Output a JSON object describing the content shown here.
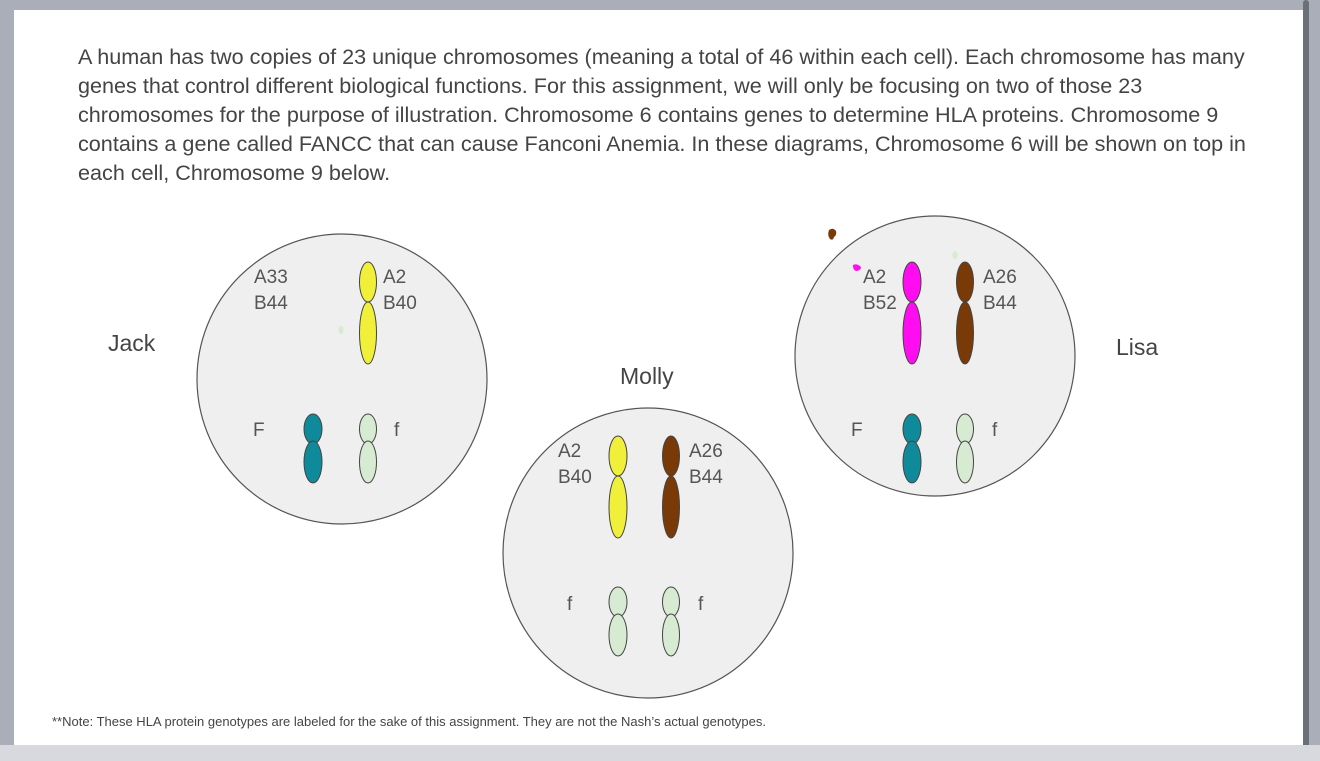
{
  "intro_text": "A human has two copies of 23 unique chromosomes (meaning a total of 46 within each cell). Each chromosome has many genes that control different biological functions. For this assignment, we will only be focusing on two of those 23 chromosomes for the purpose of illustration. Chromosome 6 contains genes to determine HLA proteins. Chromosome 9 contains a gene called FANCC that can cause Fanconi Anemia. In these diagrams, Chromosome 6 will be shown on top in each cell, Chromosome 9 below.",
  "footnote": "**Note: These HLA protein genotypes are labeled for the sake of this assignment. They are not the Nash’s actual genotypes.",
  "colors": {
    "yellow": "#f0f03a",
    "teal": "#0f8a9a",
    "pale_green": "#d6ebd2",
    "magenta": "#ff0cf0",
    "brown": "#7a3a08"
  },
  "people": {
    "jack": {
      "name": "Jack",
      "chr6_left": {
        "a": "A33",
        "b": "B44"
      },
      "chr6_right": {
        "a": "A2",
        "b": "B40"
      },
      "chr9_left": "F",
      "chr9_right": "f"
    },
    "molly": {
      "name": "Molly",
      "chr6_left": {
        "a": "A2",
        "b": "B40"
      },
      "chr6_right": {
        "a": "A26",
        "b": "B44"
      },
      "chr9_left": "f",
      "chr9_right": "f"
    },
    "lisa": {
      "name": "Lisa",
      "chr6_left": {
        "a": "A2",
        "b": "B52"
      },
      "chr6_right": {
        "a": "A26",
        "b": "B44"
      },
      "chr9_left": "F",
      "chr9_right": "f"
    }
  }
}
